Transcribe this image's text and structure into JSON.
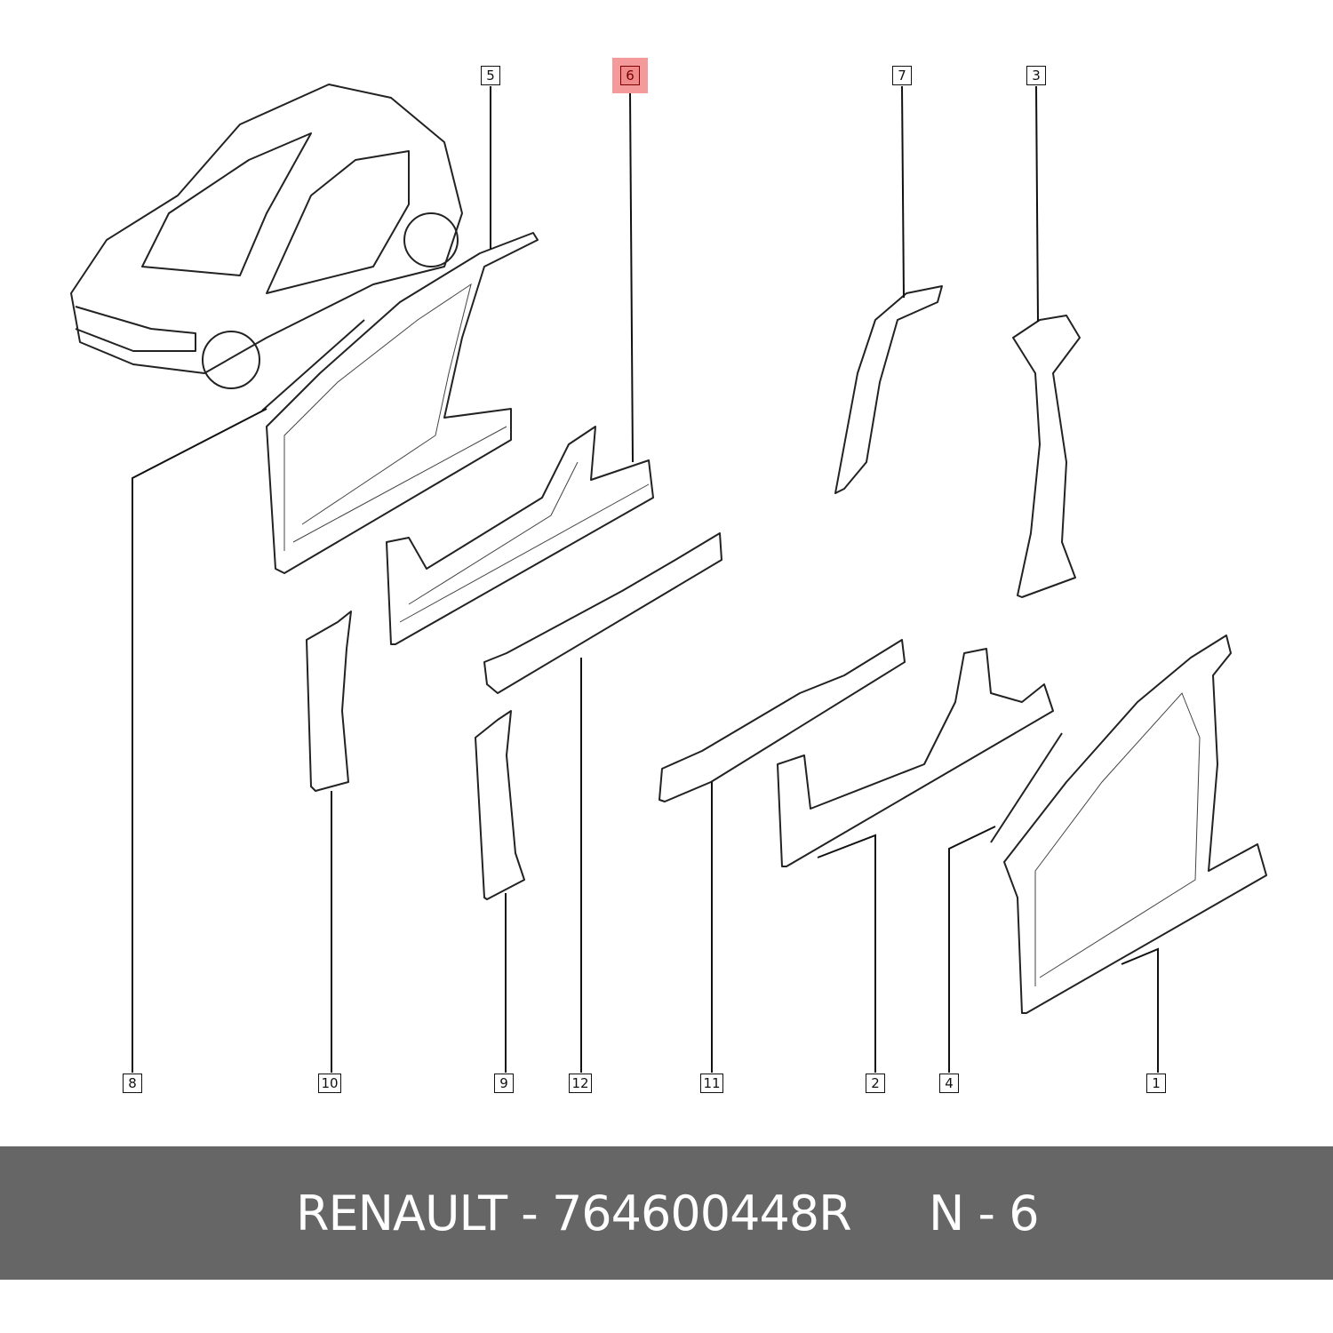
{
  "diagram": {
    "callouts": [
      {
        "id": "1",
        "label": "1"
      },
      {
        "id": "2",
        "label": "2"
      },
      {
        "id": "3",
        "label": "3"
      },
      {
        "id": "4",
        "label": "4"
      },
      {
        "id": "5",
        "label": "5"
      },
      {
        "id": "6",
        "label": "6",
        "highlighted": true
      },
      {
        "id": "7",
        "label": "7"
      },
      {
        "id": "8",
        "label": "8"
      },
      {
        "id": "9",
        "label": "9"
      },
      {
        "id": "10",
        "label": "10"
      },
      {
        "id": "11",
        "label": "11"
      },
      {
        "id": "12",
        "label": "12"
      }
    ],
    "highlight_color": "#f08a8a"
  },
  "footer": {
    "brand": "RENAULT - 764600448R",
    "ref": "N - 6",
    "background": "#666666"
  }
}
